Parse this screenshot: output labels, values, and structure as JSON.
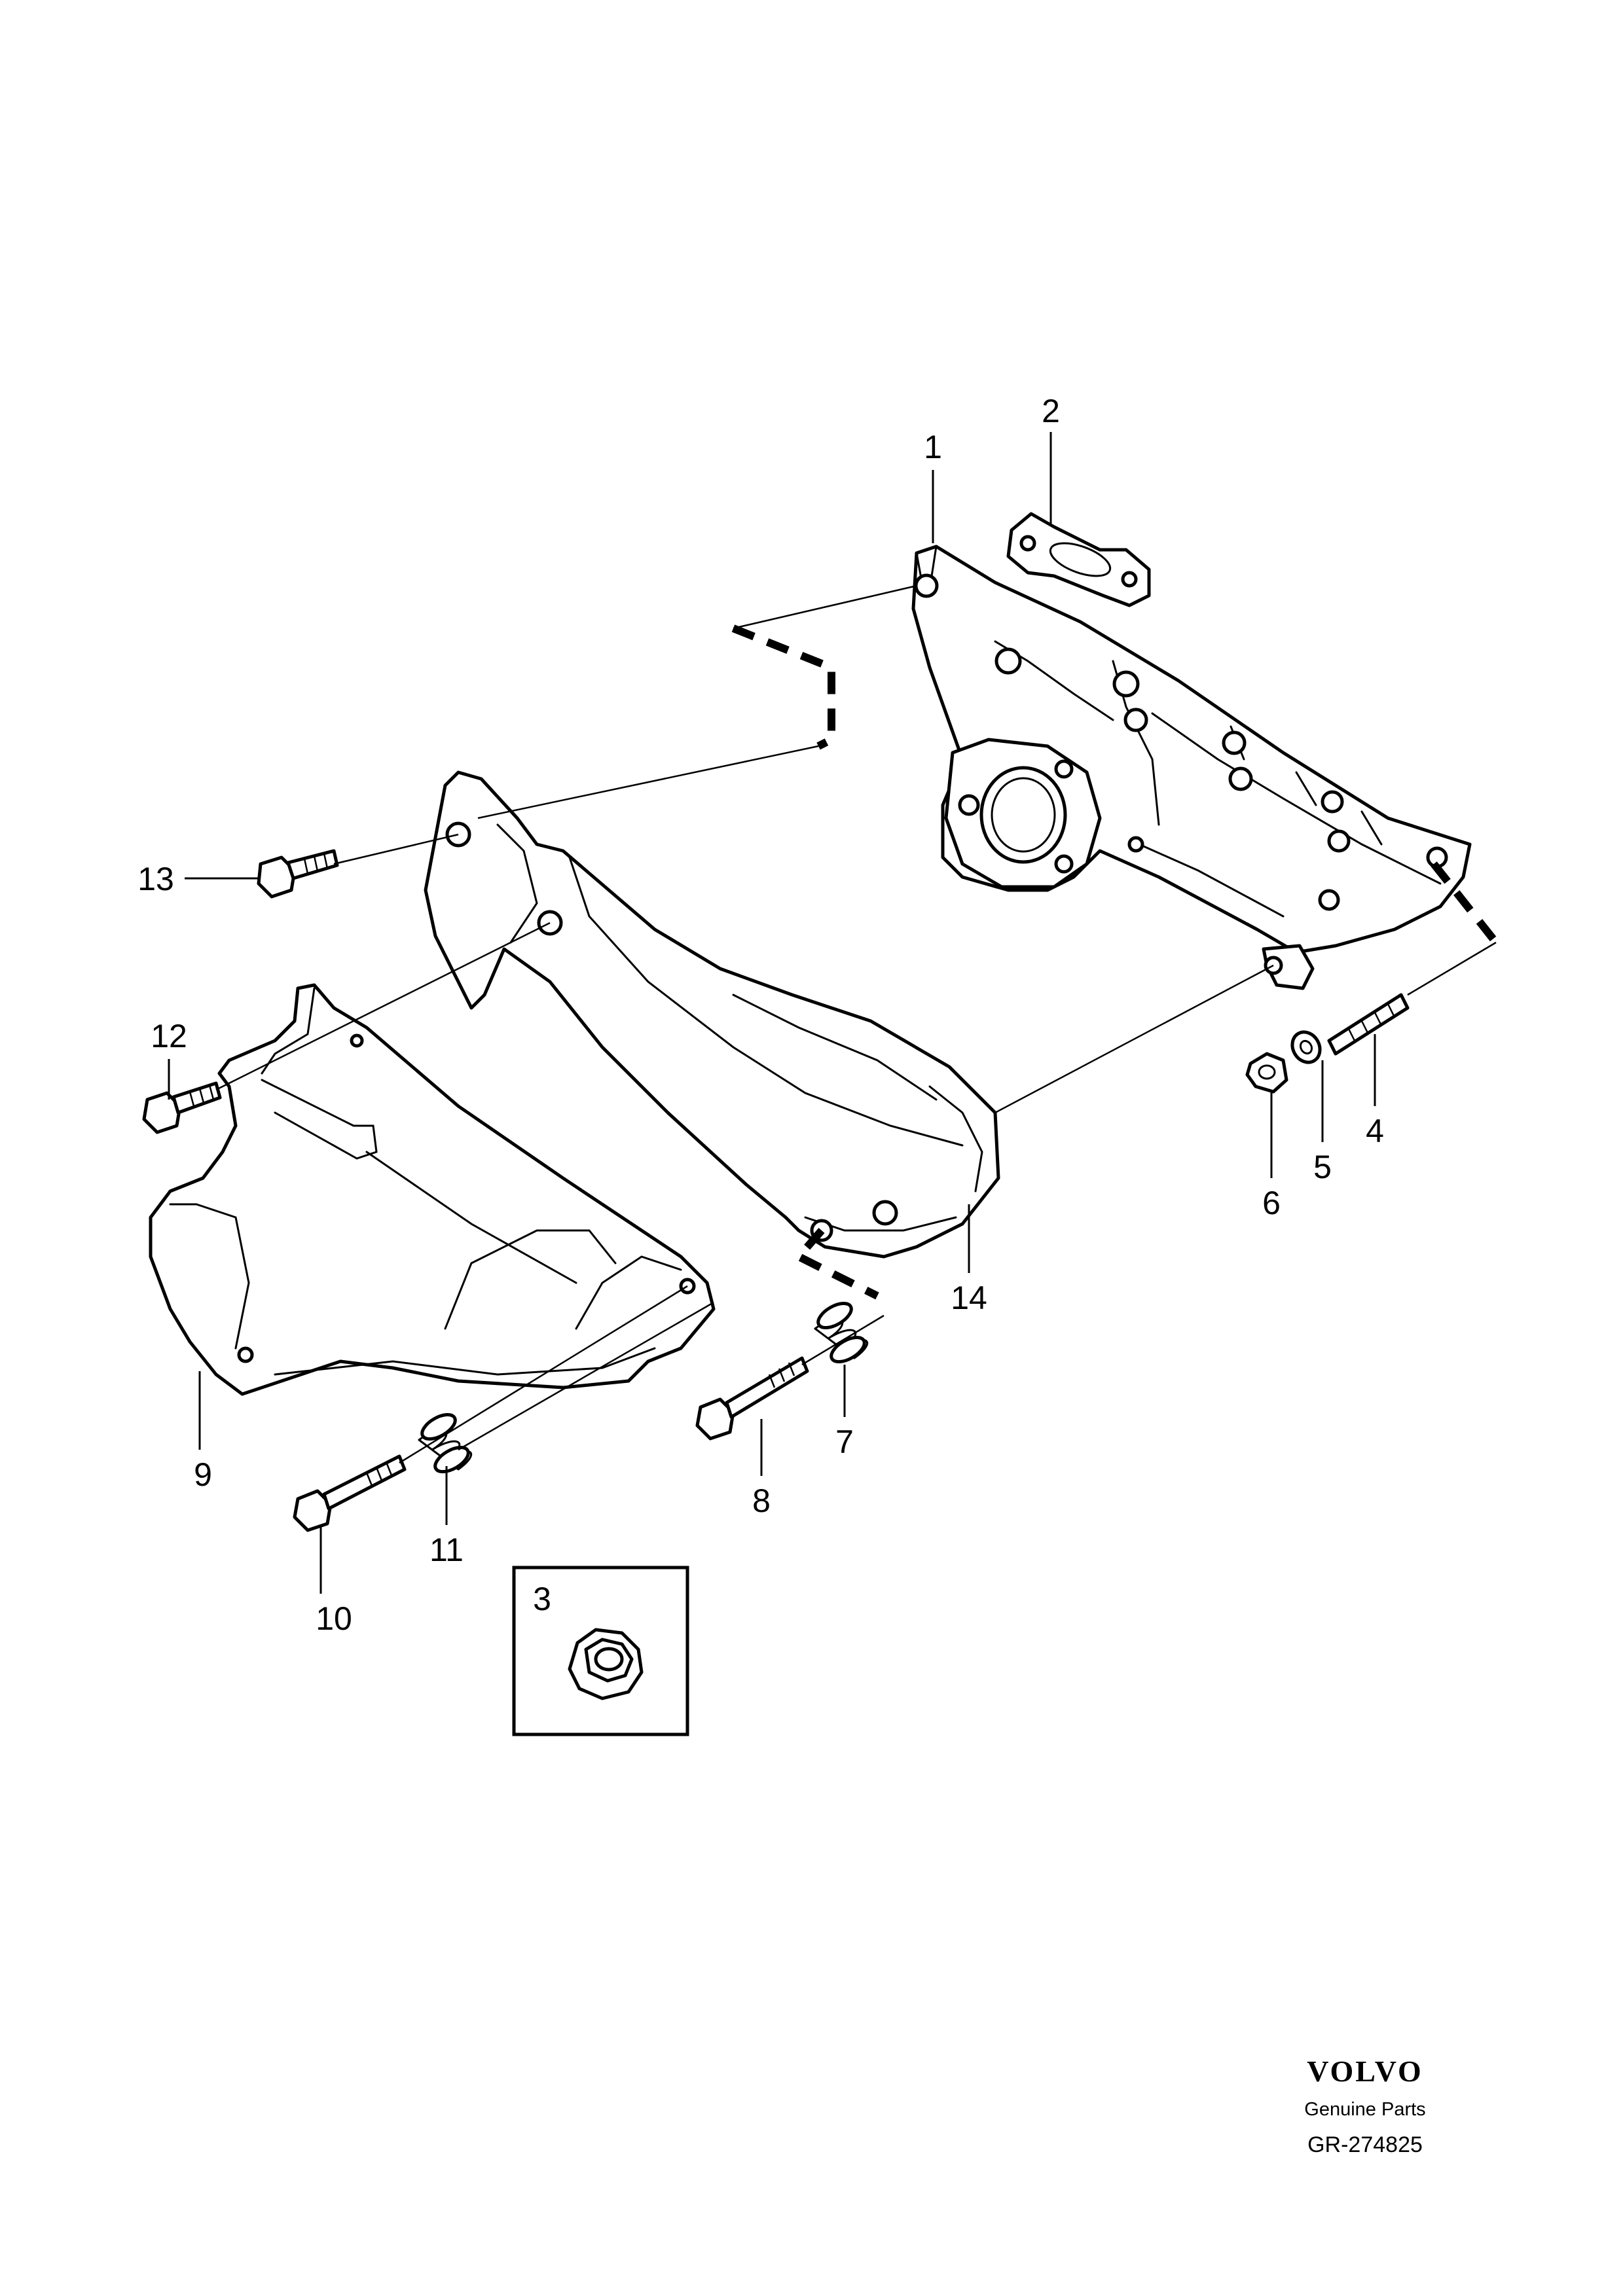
{
  "callouts": {
    "c1": "1",
    "c2": "2",
    "c3": "3",
    "c4": "4",
    "c5": "5",
    "c6": "6",
    "c7": "7",
    "c8": "8",
    "c9": "9",
    "c10": "10",
    "c11": "11",
    "c12": "12",
    "c13": "13",
    "c14": "14"
  },
  "brand": {
    "logo": "VOLVO",
    "tagline": "Genuine Parts",
    "code": "GR-274825"
  }
}
